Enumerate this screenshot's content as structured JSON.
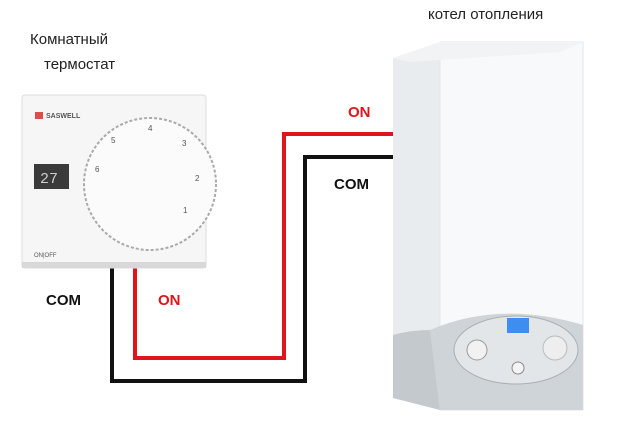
{
  "titles": {
    "boiler": "котел отопления",
    "thermostat_line1": "Комнатный",
    "thermostat_line2": "термостат"
  },
  "thermostat": {
    "brand": "SASWELL",
    "display": "27",
    "dial_marks": [
      "6",
      "5",
      "4",
      "3",
      "2",
      "1"
    ],
    "switch": "ON|OFF"
  },
  "wire_labels": {
    "boiler_on": "ON",
    "boiler_com": "COM",
    "thermo_com": "COM",
    "thermo_on": "ON"
  },
  "colors": {
    "on_wire": "#e0141b",
    "com_wire": "#111111",
    "boiler_display": "#3d8ef0"
  }
}
